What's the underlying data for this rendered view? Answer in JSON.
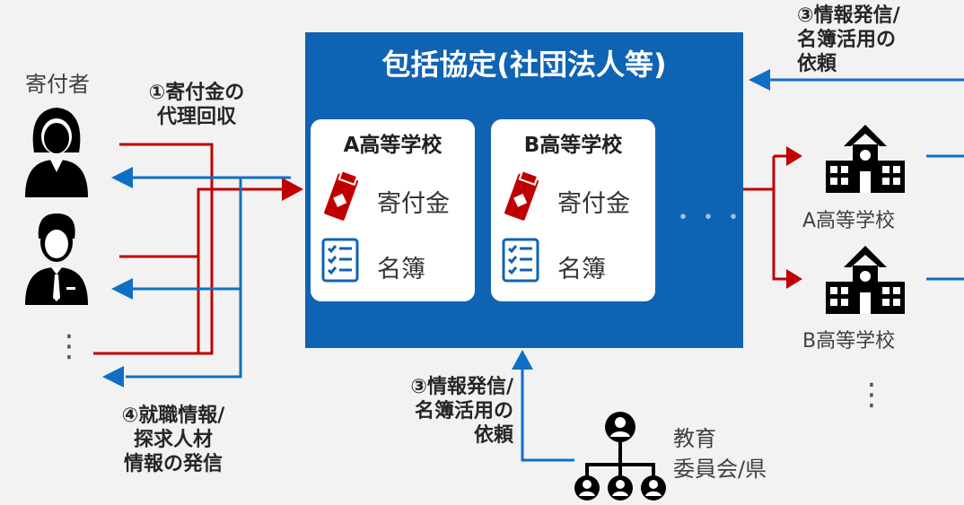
{
  "diagram": {
    "org": {
      "title": "包括協定(社団法人等)"
    },
    "cards": [
      {
        "school": "A高等学校",
        "donation_label": "寄付金",
        "roster_label": "名簿"
      },
      {
        "school": "B高等学校",
        "donation_label": "寄付金",
        "roster_label": "名簿"
      }
    ],
    "more": "・・・",
    "donors": {
      "label": "寄付者",
      "more": "⋮"
    },
    "labels": {
      "collect": [
        "①寄付金の",
        "代理回収"
      ],
      "request_top": [
        "③情報発信/",
        "名簿活用の",
        "依頼"
      ],
      "request_bottom": [
        "③情報発信/",
        "名簿活用の",
        "依頼"
      ],
      "job_info": [
        "④就職情報/",
        "探求人材",
        "情報の発信"
      ]
    },
    "schools": [
      {
        "name": "A高等学校"
      },
      {
        "name": "B高等学校"
      }
    ],
    "schools_more": "⋮",
    "board": {
      "line1": "教育",
      "line2": "委員会/県"
    },
    "colors": {
      "red": "#c00000",
      "blue": "#0f6fc6",
      "org_blue": "#0f63b3"
    },
    "icons": [
      "person-female-icon",
      "person-male-icon",
      "donation-envelope-icon",
      "checklist-icon",
      "school-icon",
      "org-chart-icon"
    ]
  }
}
